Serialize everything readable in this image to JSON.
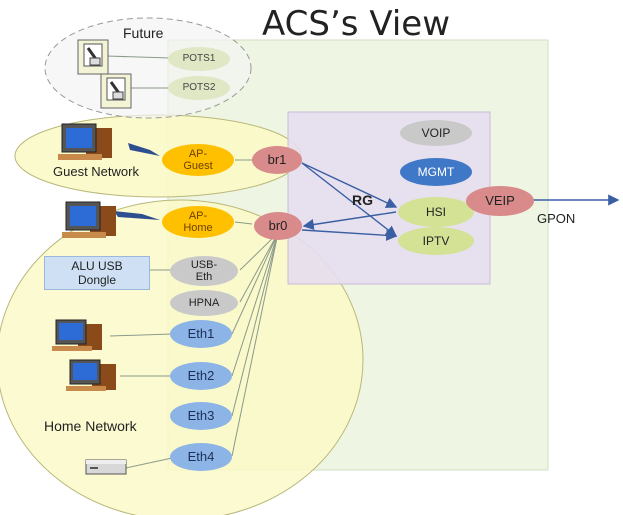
{
  "title": "ACS’s View",
  "labels": {
    "future": "Future",
    "guest_network": "Guest Network",
    "home_network": "Home Network",
    "rg": "RG",
    "gpon": "GPON"
  },
  "nodes": {
    "pots1": "POTS1",
    "pots2": "POTS2",
    "ap_guest": [
      "AP-",
      "Guest"
    ],
    "ap_home": [
      "AP-",
      "Home"
    ],
    "usb_eth": [
      "USB-",
      "Eth"
    ],
    "hpna": "HPNA",
    "eth1": "Eth1",
    "eth2": "Eth2",
    "eth3": "Eth3",
    "eth4": "Eth4",
    "br1": "br1",
    "br0": "br0",
    "voip": "VOIP",
    "mgmt": "MGMT",
    "hsi": "HSI",
    "iptv": "IPTV",
    "veip": "VEIP"
  },
  "dongle": [
    "ALU USB",
    "Dongle"
  ],
  "colors": {
    "acs_region": "#eef5e2",
    "rg_region": "#e6def0",
    "network_ellipse": "#fafacc",
    "eth_node": "#8cb4e6",
    "ap_node": "#ffc000",
    "bridge_node": "#d98a8a",
    "service_node": "#d3e294",
    "mgmt_node": "#3f78c6"
  }
}
